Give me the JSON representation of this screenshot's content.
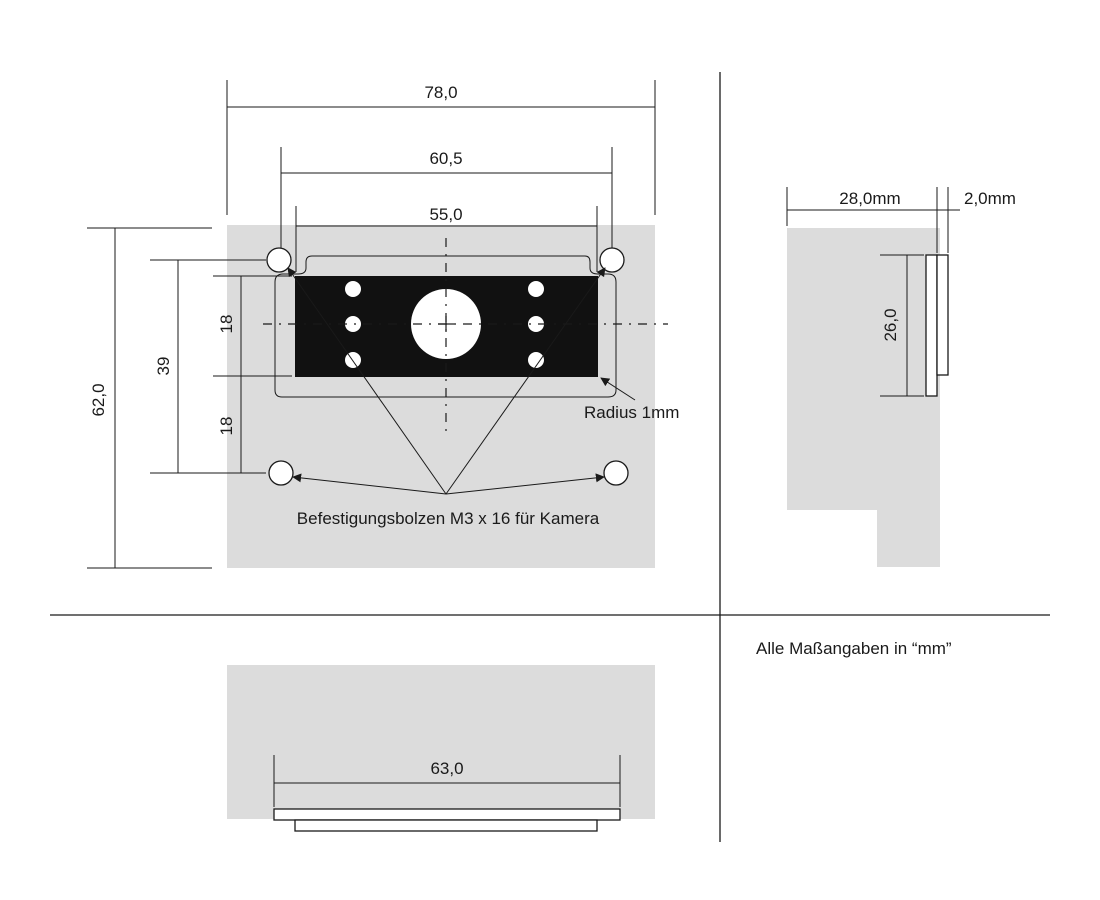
{
  "front_view": {
    "dim_overall_width": "78,0",
    "dim_hole_spacing": "60,5",
    "dim_cutout_width": "55,0",
    "dim_overall_height": "62,0",
    "dim_hole_vertical_spacing": "39",
    "dim_upper_offset": "18",
    "dim_lower_offset": "18",
    "note_radius": "Radius 1mm",
    "note_bolts": "Befestigungsbolzen M3 x 16 für Kamera"
  },
  "side_view": {
    "dim_depth": "28,0mm",
    "dim_thickness": "2,0mm",
    "dim_height": "26,0"
  },
  "bottom_view": {
    "dim_width": "63,0"
  },
  "general_note": "Alle Maßangaben in “mm”",
  "colors": {
    "plate": "#dcdcdc",
    "camera_board": "#111111",
    "line": "#1a1a1a"
  }
}
